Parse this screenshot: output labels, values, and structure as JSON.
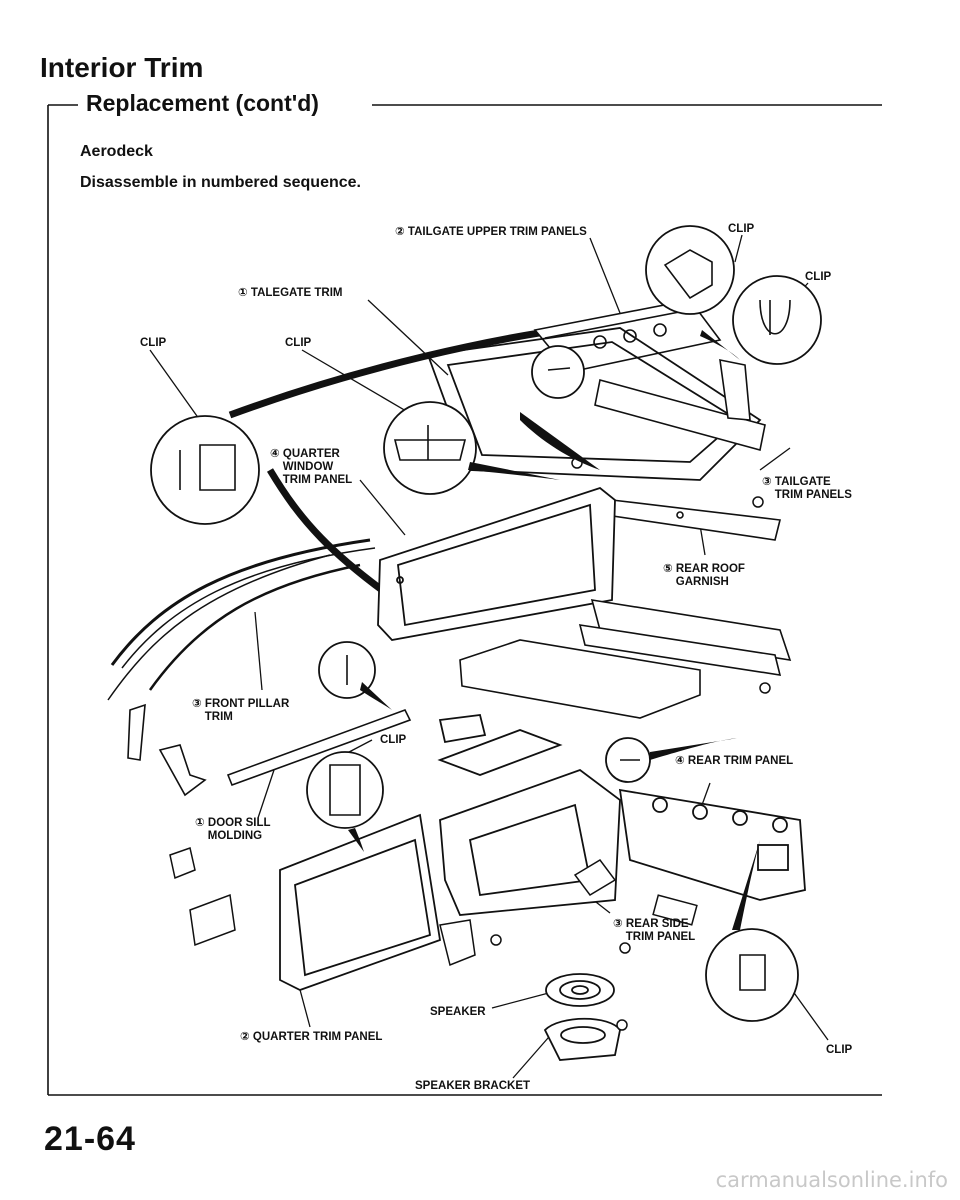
{
  "header": {
    "title": "Interior Trim",
    "section": "Replacement (cont'd)"
  },
  "content": {
    "subtitle": "Aerodeck",
    "instruction": "Disassemble in numbered sequence."
  },
  "labels": {
    "tailgate_upper": "② TAILGATE UPPER TRIM PANELS",
    "clip_top_1": "CLIP",
    "clip_top_2": "CLIP",
    "talegate_trim": "① TALEGATE TRIM",
    "clip_left": "CLIP",
    "clip_center": "CLIP",
    "quarter_window": "④ QUARTER\n    WINDOW\n    TRIM PANEL",
    "tailgate_panels": "③ TAILGATE\n    TRIM PANELS",
    "rear_roof": "⑤ REAR ROOF\n    GARNISH",
    "front_pillar": "③ FRONT PILLAR\n    TRIM",
    "clip_mid": "CLIP",
    "rear_trim_panel": "④ REAR TRIM PANEL",
    "door_sill": "① DOOR SILL\n    MOLDING",
    "rear_side": "③ REAR SIDE\n    TRIM PANEL",
    "speaker": "SPEAKER",
    "quarter_trim": "② QUARTER TRIM PANEL",
    "clip_bottom": "CLIP",
    "speaker_bracket": "SPEAKER BRACKET"
  },
  "footer": {
    "page_number": "21-64",
    "watermark": "carmanualsonline.info"
  }
}
